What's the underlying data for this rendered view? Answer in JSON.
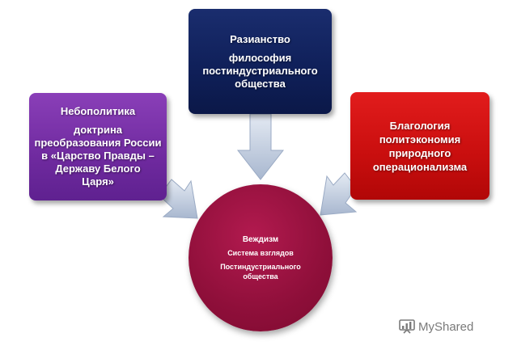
{
  "diagram": {
    "top": {
      "title": "Разианство",
      "desc_lines": [
        "философия",
        "постиндустриального",
        "общества"
      ]
    },
    "left": {
      "title": "Небополитика",
      "desc_lines": [
        "доктрина",
        "преобразования России",
        "в «Царство Правды –",
        "Державу Белого",
        "Царя»"
      ]
    },
    "right": {
      "desc_lines": [
        "Благология",
        "политэкономия",
        "природного",
        "операционализма"
      ]
    },
    "center": {
      "title": "Веждизм",
      "subtitle": "Система взглядов",
      "desc_lines": [
        "Постиндустриального",
        "общества"
      ]
    },
    "colors": {
      "top_box": "#0f1f58",
      "left_box": "#6f2a9f",
      "right_box": "#c80e0e",
      "center_circle": "#8f0f3a",
      "arrow": "#b8c6dc"
    }
  },
  "watermark": {
    "text": "MyShared",
    "icon": "mini-chart-icon"
  }
}
